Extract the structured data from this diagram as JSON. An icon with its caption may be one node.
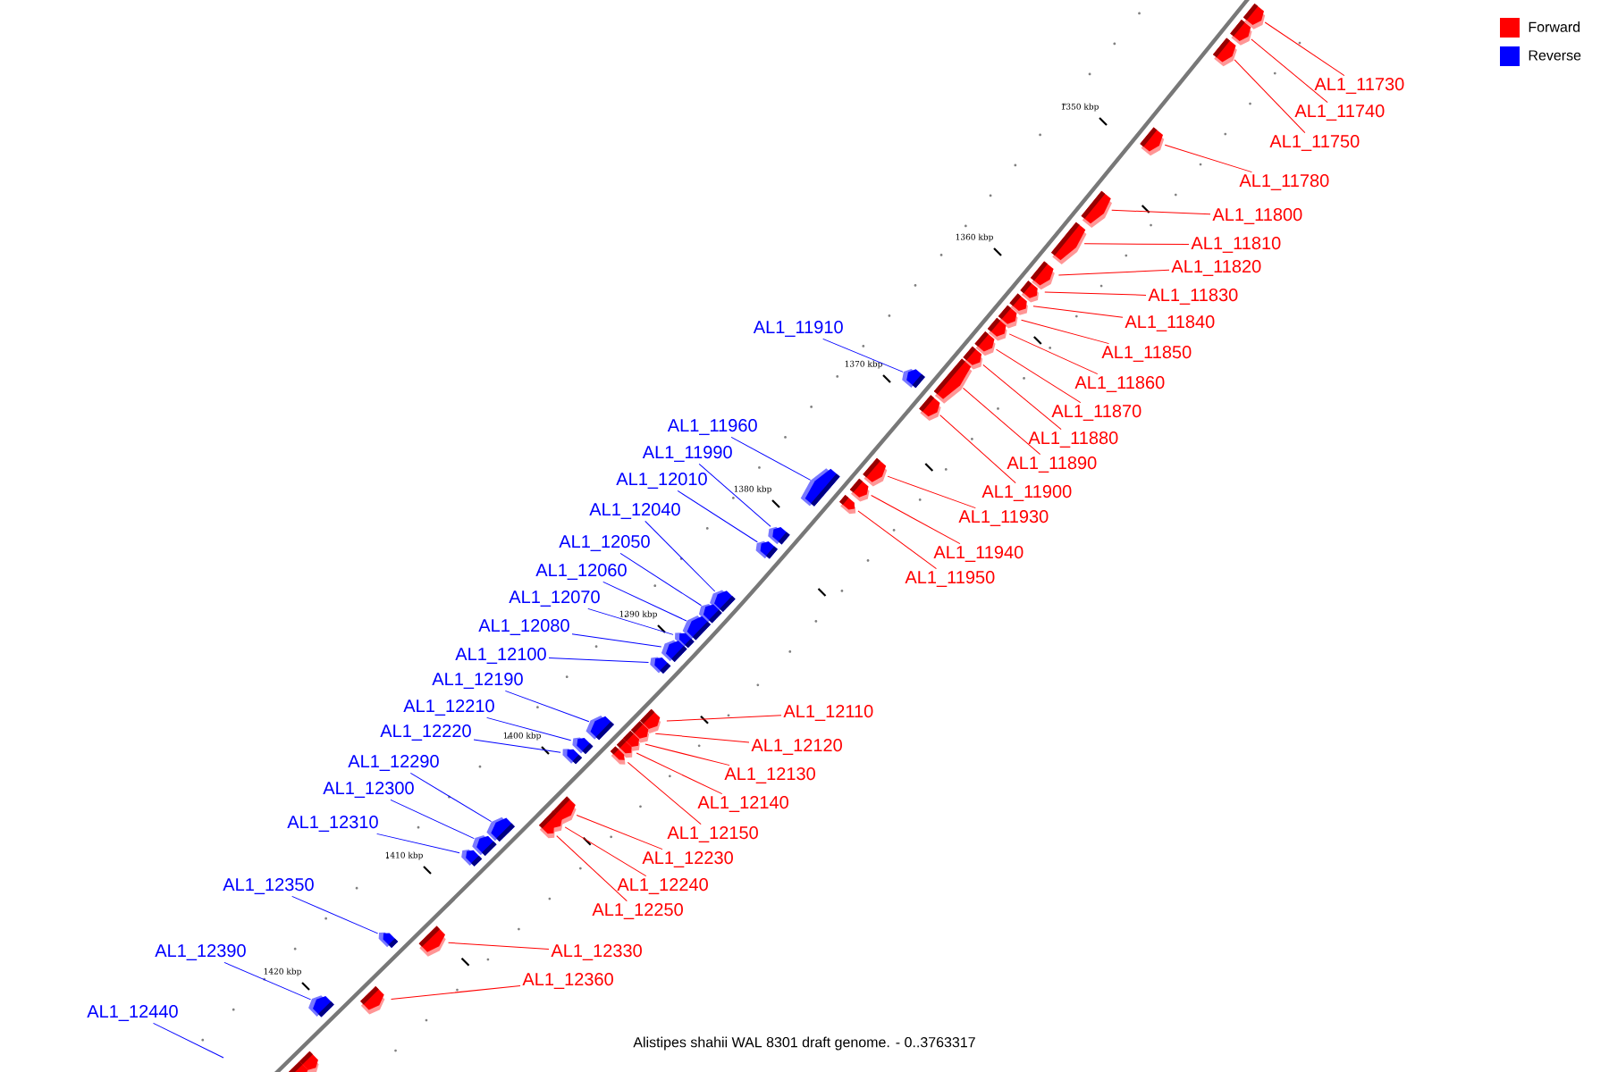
{
  "diagram": {
    "caption": "Alistipes shahii WAL 8301 draft genome. - 0..3763317",
    "nodes": [
      {
        "text": [
          "AL1_11730"
        ]
      },
      {
        "text": [],
        "shape": "arrow"
      },
      {
        "text": [
          "AL1_11740"
        ]
      },
      {
        "text": [],
        "shape": "arrow"
      },
      {
        "text": [
          "AL1_11750"
        ]
      },
      {
        "text": [],
        "shape": "arrow"
      },
      {
        "text": [
          "AL1_11780"
        ]
      },
      {
        "text": [],
        "shape": "arrow"
      },
      {
        "text": [
          "AL1_11800"
        ]
      },
      {
        "text": [],
        "shape": "arrow"
      },
      {
        "text": [
          "AL1_11810"
        ]
      },
      {
        "text": [],
        "shape": "arrow"
      },
      {
        "text": [
          "AL1_11820"
        ]
      },
      {
        "text": [],
        "shape": "arrow"
      },
      {
        "text": [
          "AL1_11830"
        ]
      },
      {
        "text": [],
        "shape": "arrow"
      },
      {
        "text": [
          "AL1_11840"
        ]
      },
      {
        "text": [],
        "shape": "arrow"
      },
      {
        "text": [
          "AL1_11850"
        ]
      },
      {
        "text": [],
        "shape": "arrow"
      },
      {
        "text": [
          "AL1_11860"
        ]
      },
      {
        "text": [],
        "shape": "arrow"
      },
      {
        "text": [
          "AL1_11870"
        ]
      },
      {
        "text": [],
        "shape": "arrow"
      },
      {
        "text": [
          "AL1_11880"
        ]
      },
      {
        "text": [],
        "shape": "arrow"
      },
      {
        "text": [
          "AL1_11890"
        ]
      },
      {
        "text": [],
        "shape": "arrow"
      },
      {
        "text": [
          "AL1_11900"
        ]
      },
      {
        "text": [],
        "shape": "arrow"
      },
      {
        "text": [
          "AL1_11930"
        ]
      },
      {
        "text": [],
        "shape": "arrow"
      },
      {
        "text": [
          "AL1_11940"
        ]
      },
      {
        "text": [],
        "shape": "arrow"
      },
      {
        "text": [
          "AL1_11950"
        ]
      },
      {
        "text": [],
        "shape": "arrow"
      },
      {
        "text": [
          "AL1_11910"
        ]
      },
      {
        "text": [],
        "shape": "arrow"
      },
      {
        "text": [
          "AL1_11960"
        ]
      },
      {
        "text": [],
        "shape": "arrow"
      },
      {
        "text": [
          "AL1_11990"
        ]
      },
      {
        "text": [],
        "shape": "arrow"
      },
      {
        "text": [
          "AL1_12010"
        ]
      },
      {
        "text": [],
        "shape": "arrow"
      },
      {
        "text": [
          "AL1_12040"
        ]
      },
      {
        "text": [],
        "shape": "arrow"
      },
      {
        "text": [
          "AL1_12050"
        ]
      },
      {
        "text": [],
        "shape": "arrow"
      },
      {
        "text": [
          "AL1_12060"
        ]
      },
      {
        "text": [],
        "shape": "arrow"
      },
      {
        "text": [
          "AL1_12070"
        ]
      },
      {
        "text": [],
        "shape": "arrow"
      },
      {
        "text": [
          "AL1_12080"
        ]
      },
      {
        "text": [],
        "shape": "arrow"
      },
      {
        "text": [
          "AL1_12100"
        ]
      },
      {
        "text": [],
        "shape": "arrow"
      },
      {
        "text": [
          "AL1_12110"
        ]
      },
      {
        "text": [],
        "shape": "arrow"
      },
      {
        "text": [
          "AL1_12120"
        ]
      },
      {
        "text": [],
        "shape": "arrow"
      },
      {
        "text": [
          "AL1_12130"
        ]
      },
      {
        "text": [],
        "shape": "arrow"
      },
      {
        "text": [
          "AL1_12140"
        ]
      },
      {
        "text": [],
        "shape": "arrow"
      },
      {
        "text": [
          "AL1_12150"
        ]
      },
      {
        "text": [],
        "shape": "arrow"
      },
      {
        "text": [
          "AL1_12190"
        ]
      },
      {
        "text": [],
        "shape": "arrow"
      },
      {
        "text": [
          "AL1_12210"
        ]
      },
      {
        "text": [],
        "shape": "arrow"
      },
      {
        "text": [
          "AL1_12220"
        ]
      },
      {
        "text": [],
        "shape": "arrow"
      },
      {
        "text": [
          "AL1_12230"
        ]
      },
      {
        "text": [],
        "shape": "arrow"
      },
      {
        "text": [
          "AL1_12240"
        ]
      },
      {
        "text": [],
        "shape": "arrow"
      },
      {
        "text": [
          "AL1_12250"
        ]
      },
      {
        "text": [],
        "shape": "arrow"
      },
      {
        "text": [
          "AL1_12290"
        ]
      },
      {
        "text": [],
        "shape": "arrow"
      },
      {
        "text": [
          "AL1_12300"
        ]
      },
      {
        "text": [],
        "shape": "arrow"
      },
      {
        "text": [
          "AL1_12310"
        ]
      },
      {
        "text": [],
        "shape": "arrow"
      },
      {
        "text": [
          "AL1_12330"
        ]
      },
      {
        "text": [],
        "shape": "arrow"
      },
      {
        "text": [
          "AL1_12350"
        ]
      },
      {
        "text": [],
        "shape": "arrow"
      },
      {
        "text": [
          "AL1_12360"
        ]
      },
      {
        "text": [],
        "shape": "arrow"
      },
      {
        "text": [
          "AL1_12390"
        ]
      },
      {
        "text": [],
        "shape": "arrow"
      },
      {
        "text": [
          "AL1_12440"
        ]
      },
      {
        "text": [],
        "shape": "arrow"
      },
      {
        "text": [],
        "shape": "arrow"
      }
    ],
    "edges": [
      {
        "from": 0,
        "to": 1,
        "arrow": "none",
        "color": "#ff0000"
      },
      {
        "from": 2,
        "to": 3,
        "arrow": "none",
        "color": "#ff0000"
      },
      {
        "from": 4,
        "to": 5,
        "arrow": "none",
        "color": "#ff0000"
      },
      {
        "from": 6,
        "to": 7,
        "arrow": "none",
        "color": "#ff0000"
      },
      {
        "from": 8,
        "to": 9,
        "arrow": "none",
        "color": "#ff0000"
      },
      {
        "from": 10,
        "to": 11,
        "arrow": "none",
        "color": "#ff0000"
      },
      {
        "from": 12,
        "to": 13,
        "arrow": "none",
        "color": "#ff0000"
      },
      {
        "from": 14,
        "to": 15,
        "arrow": "none",
        "color": "#ff0000"
      },
      {
        "from": 16,
        "to": 17,
        "arrow": "none",
        "color": "#ff0000"
      },
      {
        "from": 18,
        "to": 19,
        "arrow": "none",
        "color": "#ff0000"
      },
      {
        "from": 20,
        "to": 21,
        "arrow": "none",
        "color": "#ff0000"
      },
      {
        "from": 22,
        "to": 23,
        "arrow": "none",
        "color": "#ff0000"
      },
      {
        "from": 24,
        "to": 25,
        "arrow": "none",
        "color": "#ff0000"
      },
      {
        "from": 26,
        "to": 27,
        "arrow": "none",
        "color": "#ff0000"
      },
      {
        "from": 28,
        "to": 29,
        "arrow": "none",
        "color": "#ff0000"
      },
      {
        "from": 30,
        "to": 31,
        "arrow": "none",
        "color": "#ff0000"
      },
      {
        "from": 32,
        "to": 33,
        "arrow": "none",
        "color": "#ff0000"
      },
      {
        "from": 34,
        "to": 35,
        "arrow": "none",
        "color": "#ff0000"
      },
      {
        "from": 36,
        "to": 37,
        "arrow": "none",
        "color": "#0000ff"
      },
      {
        "from": 38,
        "to": 39,
        "arrow": "none",
        "color": "#0000ff"
      },
      {
        "from": 40,
        "to": 41,
        "arrow": "none",
        "color": "#0000ff"
      },
      {
        "from": 42,
        "to": 43,
        "arrow": "none",
        "color": "#0000ff"
      },
      {
        "from": 44,
        "to": 45,
        "arrow": "none",
        "color": "#0000ff"
      },
      {
        "from": 46,
        "to": 47,
        "arrow": "none",
        "color": "#0000ff"
      },
      {
        "from": 48,
        "to": 49,
        "arrow": "none",
        "color": "#0000ff"
      },
      {
        "from": 50,
        "to": 51,
        "arrow": "none",
        "color": "#0000ff"
      },
      {
        "from": 52,
        "to": 53,
        "arrow": "none",
        "color": "#0000ff"
      },
      {
        "from": 54,
        "to": 55,
        "arrow": "none",
        "color": "#0000ff"
      },
      {
        "from": 56,
        "to": 57,
        "arrow": "none",
        "color": "#ff0000"
      },
      {
        "from": 58,
        "to": 59,
        "arrow": "none",
        "color": "#ff0000"
      },
      {
        "from": 60,
        "to": 61,
        "arrow": "none",
        "color": "#ff0000"
      },
      {
        "from": 62,
        "to": 63,
        "arrow": "none",
        "color": "#ff0000"
      },
      {
        "from": 64,
        "to": 65,
        "arrow": "none",
        "color": "#ff0000"
      },
      {
        "from": 66,
        "to": 67,
        "arrow": "none",
        "color": "#0000ff"
      },
      {
        "from": 68,
        "to": 69,
        "arrow": "none",
        "color": "#0000ff"
      },
      {
        "from": 70,
        "to": 71,
        "arrow": "none",
        "color": "#0000ff"
      },
      {
        "from": 72,
        "to": 73,
        "arrow": "none",
        "color": "#ff0000"
      },
      {
        "from": 74,
        "to": 75,
        "arrow": "none",
        "color": "#ff0000"
      },
      {
        "from": 76,
        "to": 77,
        "arrow": "none",
        "color": "#ff0000"
      },
      {
        "from": 78,
        "to": 79,
        "arrow": "none",
        "color": "#0000ff"
      },
      {
        "from": 80,
        "to": 81,
        "arrow": "none",
        "color": "#0000ff"
      },
      {
        "from": 82,
        "to": 83,
        "arrow": "none",
        "color": "#0000ff"
      },
      {
        "from": 84,
        "to": 85,
        "arrow": "none",
        "color": "#ff0000"
      },
      {
        "from": 86,
        "to": 87,
        "arrow": "none",
        "color": "#0000ff"
      },
      {
        "from": 88,
        "to": 89,
        "arrow": "none",
        "color": "#ff0000"
      },
      {
        "from": 90,
        "to": 91,
        "arrow": "none",
        "color": "#0000ff"
      },
      {
        "from": 92,
        "to": null,
        "arrow": "none",
        "color": "#0000ff"
      }
    ],
    "labels": [
      "1350 kbp",
      "1360 kbp",
      "1370 kbp",
      "1380 kbp",
      "1390 kbp",
      "1400 kbp",
      "1410 kbp",
      "1420 kbp"
    ],
    "legend": [
      {
        "text": "Forward",
        "color": "#ff0000"
      },
      {
        "text": "Reverse",
        "color": "#0000ff"
      }
    ]
  }
}
